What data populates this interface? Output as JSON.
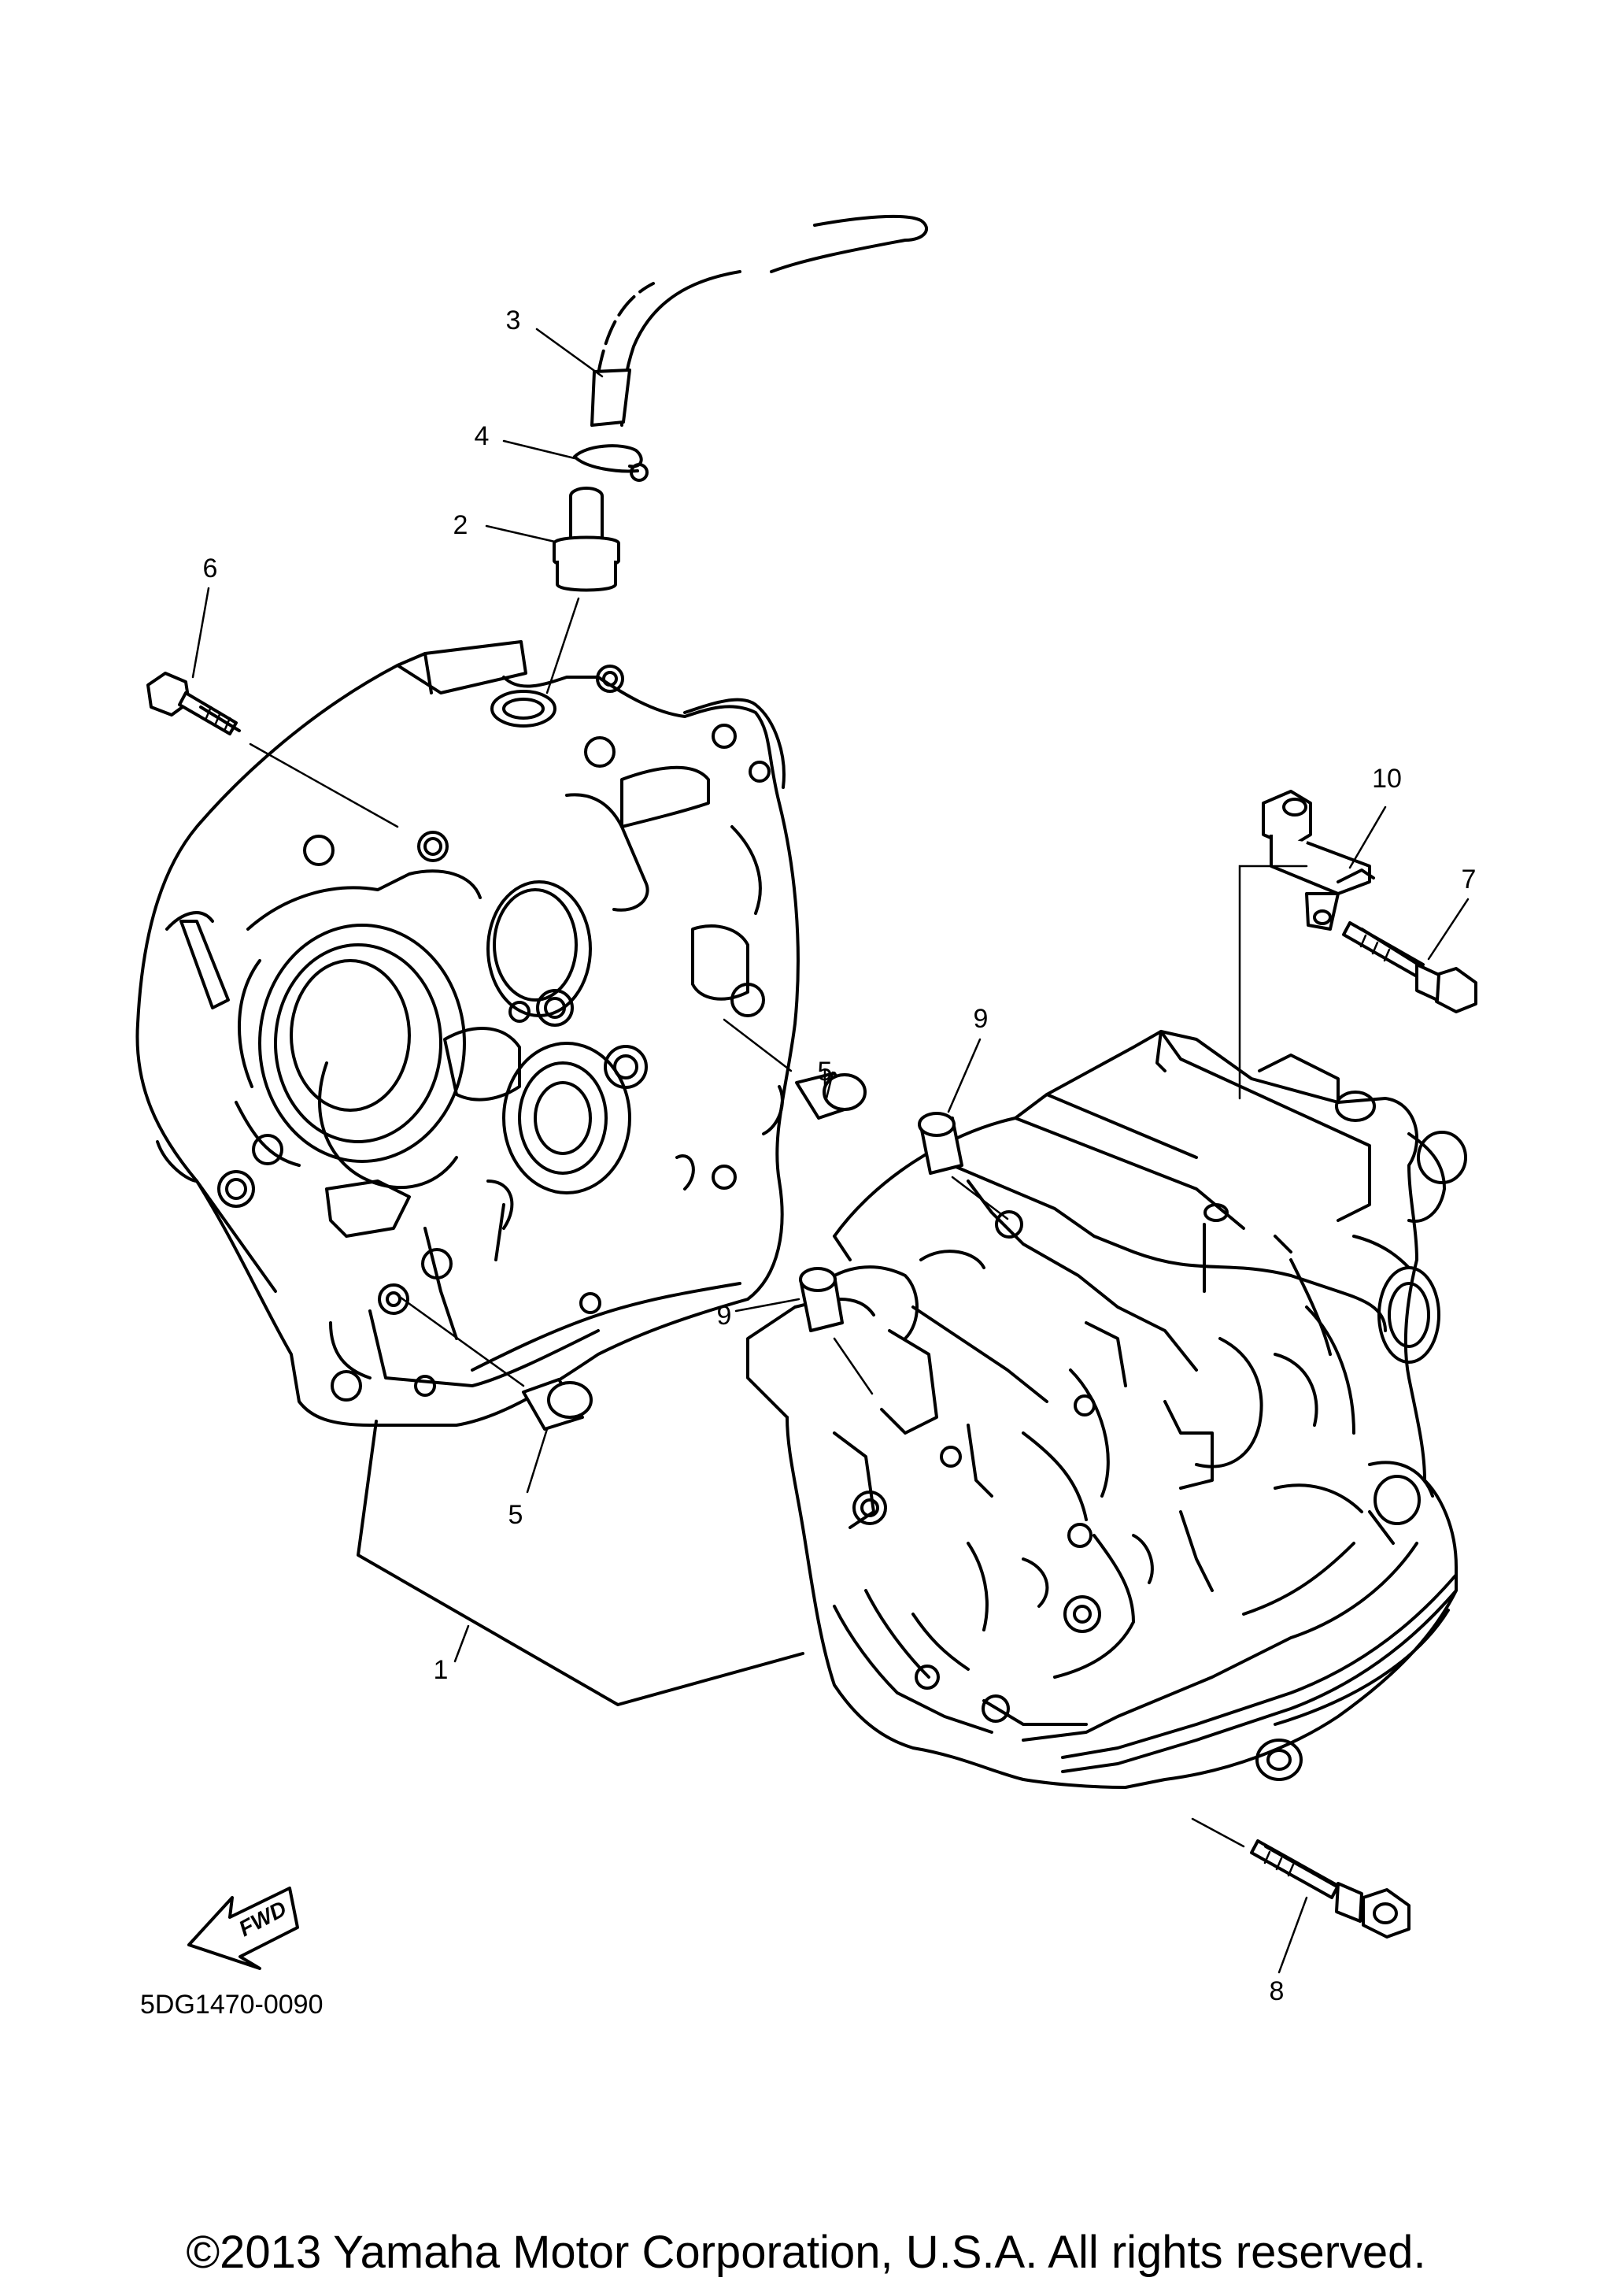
{
  "diagram": {
    "callouts": [
      {
        "id": "1",
        "label": "1"
      },
      {
        "id": "2",
        "label": "2"
      },
      {
        "id": "3",
        "label": "3"
      },
      {
        "id": "4",
        "label": "4"
      },
      {
        "id": "5a",
        "label": "5"
      },
      {
        "id": "5b",
        "label": "5"
      },
      {
        "id": "6",
        "label": "6"
      },
      {
        "id": "7",
        "label": "7"
      },
      {
        "id": "8",
        "label": "8"
      },
      {
        "id": "9a",
        "label": "9"
      },
      {
        "id": "9b",
        "label": "9"
      },
      {
        "id": "10",
        "label": "10"
      }
    ],
    "fwd_label": "FWD",
    "diagram_code": "5DG1470-0090",
    "copyright": "©2013 Yamaha Motor Corporation, U.S.A. All rights reserved."
  }
}
